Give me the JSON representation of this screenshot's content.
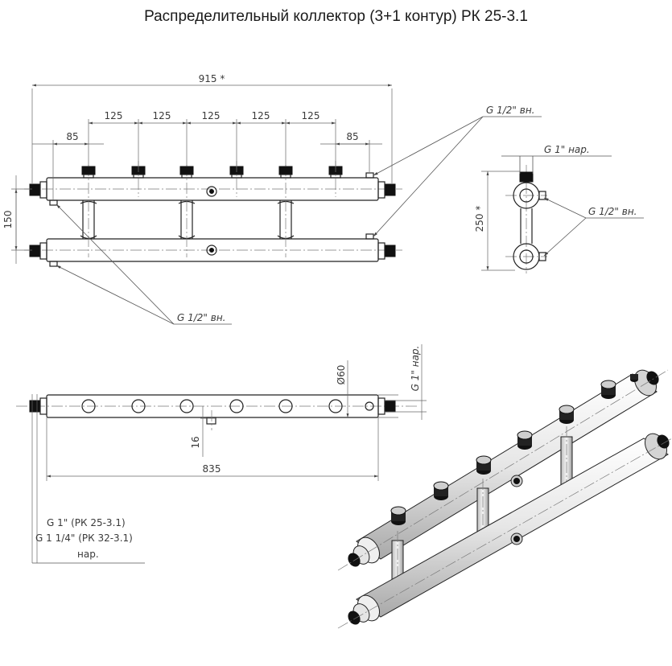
{
  "title": "Распределительный коллектор (3+1 контур) РК 25-3.1",
  "front_view": {
    "overall_length": "915 *",
    "spacing": [
      "85",
      "125",
      "125",
      "125",
      "125",
      "125",
      "85"
    ],
    "height": "150",
    "thread_top_right": "G 1/2\" вн.",
    "thread_bottom_left": "G 1/2\" вн."
  },
  "side_view": {
    "top_thread": "G 1\" нар.",
    "height": "250 *",
    "side_thread": "G 1/2\" вн."
  },
  "top_view": {
    "diameter": "Ø60",
    "end_thread": "G 1\" нар.",
    "offset": "16",
    "length": "835",
    "end_notes": [
      "G 1\" (РК 25-3.1)",
      "G 1 1/4\" (РК 32-3.1)",
      "нар."
    ]
  }
}
